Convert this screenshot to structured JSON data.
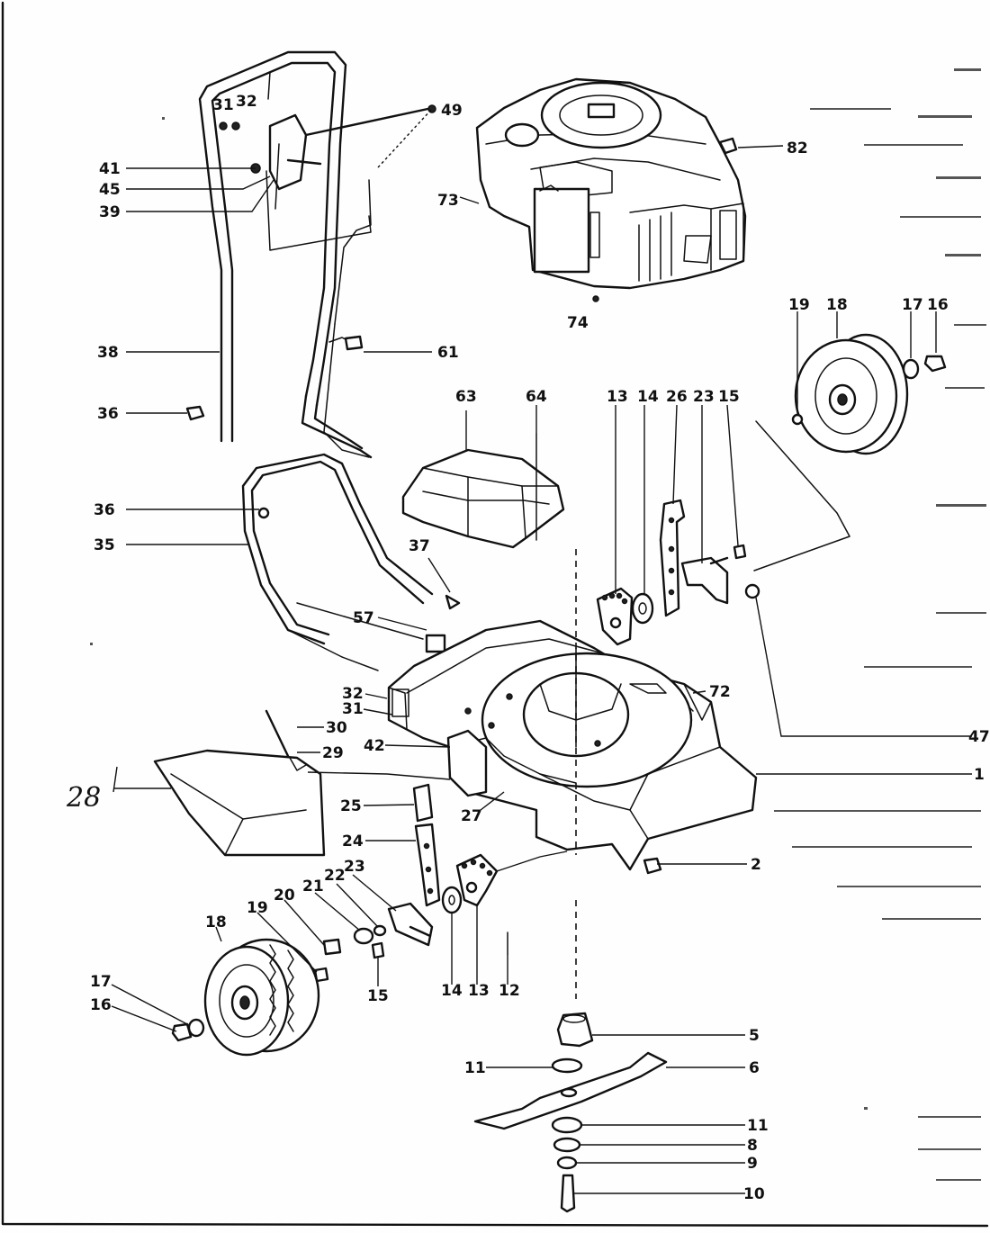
{
  "diagram": {
    "handwritten_label": "28",
    "labels": [
      {
        "id": "l-31-top",
        "text": "31"
      },
      {
        "id": "l-32-top",
        "text": "32"
      },
      {
        "id": "l-49",
        "text": "49"
      },
      {
        "id": "l-41",
        "text": "41"
      },
      {
        "id": "l-45",
        "text": "45"
      },
      {
        "id": "l-39",
        "text": "39"
      },
      {
        "id": "l-73",
        "text": "73"
      },
      {
        "id": "l-82",
        "text": "82"
      },
      {
        "id": "l-74",
        "text": "74"
      },
      {
        "id": "l-38",
        "text": "38"
      },
      {
        "id": "l-61",
        "text": "61"
      },
      {
        "id": "l-36a",
        "text": "36"
      },
      {
        "id": "l-63",
        "text": "63"
      },
      {
        "id": "l-64",
        "text": "64"
      },
      {
        "id": "l-13r",
        "text": "13"
      },
      {
        "id": "l-14r",
        "text": "14"
      },
      {
        "id": "l-26",
        "text": "26"
      },
      {
        "id": "l-23r",
        "text": "23"
      },
      {
        "id": "l-15r",
        "text": "15"
      },
      {
        "id": "l-19r",
        "text": "19"
      },
      {
        "id": "l-18r",
        "text": "18"
      },
      {
        "id": "l-17r",
        "text": "17"
      },
      {
        "id": "l-16r",
        "text": "16"
      },
      {
        "id": "l-36b",
        "text": "36"
      },
      {
        "id": "l-35",
        "text": "35"
      },
      {
        "id": "l-37",
        "text": "37"
      },
      {
        "id": "l-57",
        "text": "57"
      },
      {
        "id": "l-32b",
        "text": "32"
      },
      {
        "id": "l-31b",
        "text": "31"
      },
      {
        "id": "l-30",
        "text": "30"
      },
      {
        "id": "l-29",
        "text": "29"
      },
      {
        "id": "l-42",
        "text": "42"
      },
      {
        "id": "l-72",
        "text": "72"
      },
      {
        "id": "l-47",
        "text": "47"
      },
      {
        "id": "l-1",
        "text": "1"
      },
      {
        "id": "l-25",
        "text": "25"
      },
      {
        "id": "l-27",
        "text": "27"
      },
      {
        "id": "l-24",
        "text": "24"
      },
      {
        "id": "l-2",
        "text": "2"
      },
      {
        "id": "l-21",
        "text": "21"
      },
      {
        "id": "l-22",
        "text": "22"
      },
      {
        "id": "l-23l",
        "text": "23"
      },
      {
        "id": "l-20",
        "text": "20"
      },
      {
        "id": "l-19l",
        "text": "19"
      },
      {
        "id": "l-18l",
        "text": "18"
      },
      {
        "id": "l-17l",
        "text": "17"
      },
      {
        "id": "l-16l",
        "text": "16"
      },
      {
        "id": "l-15l",
        "text": "15"
      },
      {
        "id": "l-14l",
        "text": "14"
      },
      {
        "id": "l-13l",
        "text": "13"
      },
      {
        "id": "l-12",
        "text": "12"
      },
      {
        "id": "l-5",
        "text": "5"
      },
      {
        "id": "l-11a",
        "text": "11"
      },
      {
        "id": "l-6",
        "text": "6"
      },
      {
        "id": "l-11b",
        "text": "11"
      },
      {
        "id": "l-8",
        "text": "8"
      },
      {
        "id": "l-9",
        "text": "9"
      },
      {
        "id": "l-10",
        "text": "10"
      }
    ]
  }
}
